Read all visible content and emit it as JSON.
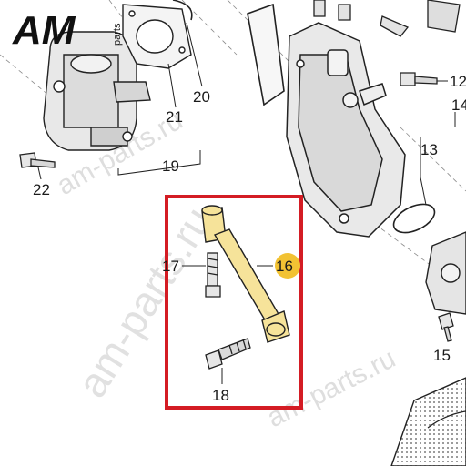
{
  "logo": {
    "brand": "AM",
    "suffix": "parts",
    "brand_color": "#111111",
    "accent": "#2d6fb7"
  },
  "watermark": {
    "main": "am-parts.ru",
    "secondary": "am-parts.ru",
    "top": "am-parts.ru"
  },
  "highlight": {
    "color": "#d41c24",
    "badge_color": "#f2c233",
    "part_color": "#f6e39a"
  },
  "callouts": {
    "c12": "12",
    "c13": "13",
    "c14": "14",
    "c15": "15",
    "c16": "16",
    "c17": "17",
    "c18": "18",
    "c19": "19",
    "c20": "20",
    "c21": "21",
    "c22": "22"
  }
}
